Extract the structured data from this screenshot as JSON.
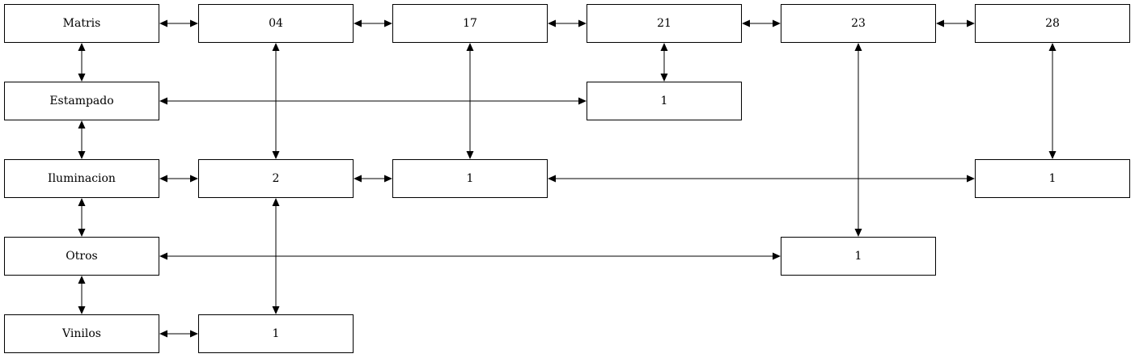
{
  "nodes": [
    {
      "id": "matris",
      "label": "Matris"
    },
    {
      "id": "c04",
      "label": "04"
    },
    {
      "id": "c17",
      "label": "17"
    },
    {
      "id": "c21",
      "label": "21"
    },
    {
      "id": "c23",
      "label": "23"
    },
    {
      "id": "c28",
      "label": "28"
    },
    {
      "id": "estampado",
      "label": "Estampado"
    },
    {
      "id": "estampado_21",
      "label": "1"
    },
    {
      "id": "iluminacion",
      "label": "Iluminacion"
    },
    {
      "id": "iluminacion_04",
      "label": "2"
    },
    {
      "id": "iluminacion_17",
      "label": "1"
    },
    {
      "id": "iluminacion_28",
      "label": "1"
    },
    {
      "id": "otros",
      "label": "Otros"
    },
    {
      "id": "otros_23",
      "label": "1"
    },
    {
      "id": "vinilos",
      "label": "Vinilos"
    },
    {
      "id": "vinilos_04",
      "label": "1"
    }
  ],
  "edges": [
    {
      "from": "matris",
      "to": "c04"
    },
    {
      "from": "c04",
      "to": "c17"
    },
    {
      "from": "c17",
      "to": "c21"
    },
    {
      "from": "c21",
      "to": "c23"
    },
    {
      "from": "c23",
      "to": "c28"
    },
    {
      "from": "matris",
      "to": "estampado"
    },
    {
      "from": "estampado",
      "to": "iluminacion"
    },
    {
      "from": "iluminacion",
      "to": "otros"
    },
    {
      "from": "otros",
      "to": "vinilos"
    },
    {
      "from": "estampado",
      "to": "estampado_21"
    },
    {
      "from": "c21",
      "to": "estampado_21"
    },
    {
      "from": "iluminacion",
      "to": "iluminacion_04"
    },
    {
      "from": "iluminacion_04",
      "to": "iluminacion_17"
    },
    {
      "from": "iluminacion_17",
      "to": "iluminacion_28"
    },
    {
      "from": "c04",
      "to": "iluminacion_04"
    },
    {
      "from": "c17",
      "to": "iluminacion_17"
    },
    {
      "from": "c28",
      "to": "iluminacion_28"
    },
    {
      "from": "otros",
      "to": "otros_23"
    },
    {
      "from": "c23",
      "to": "otros_23"
    },
    {
      "from": "vinilos",
      "to": "vinilos_04"
    },
    {
      "from": "iluminacion_04",
      "to": "vinilos_04"
    }
  ]
}
